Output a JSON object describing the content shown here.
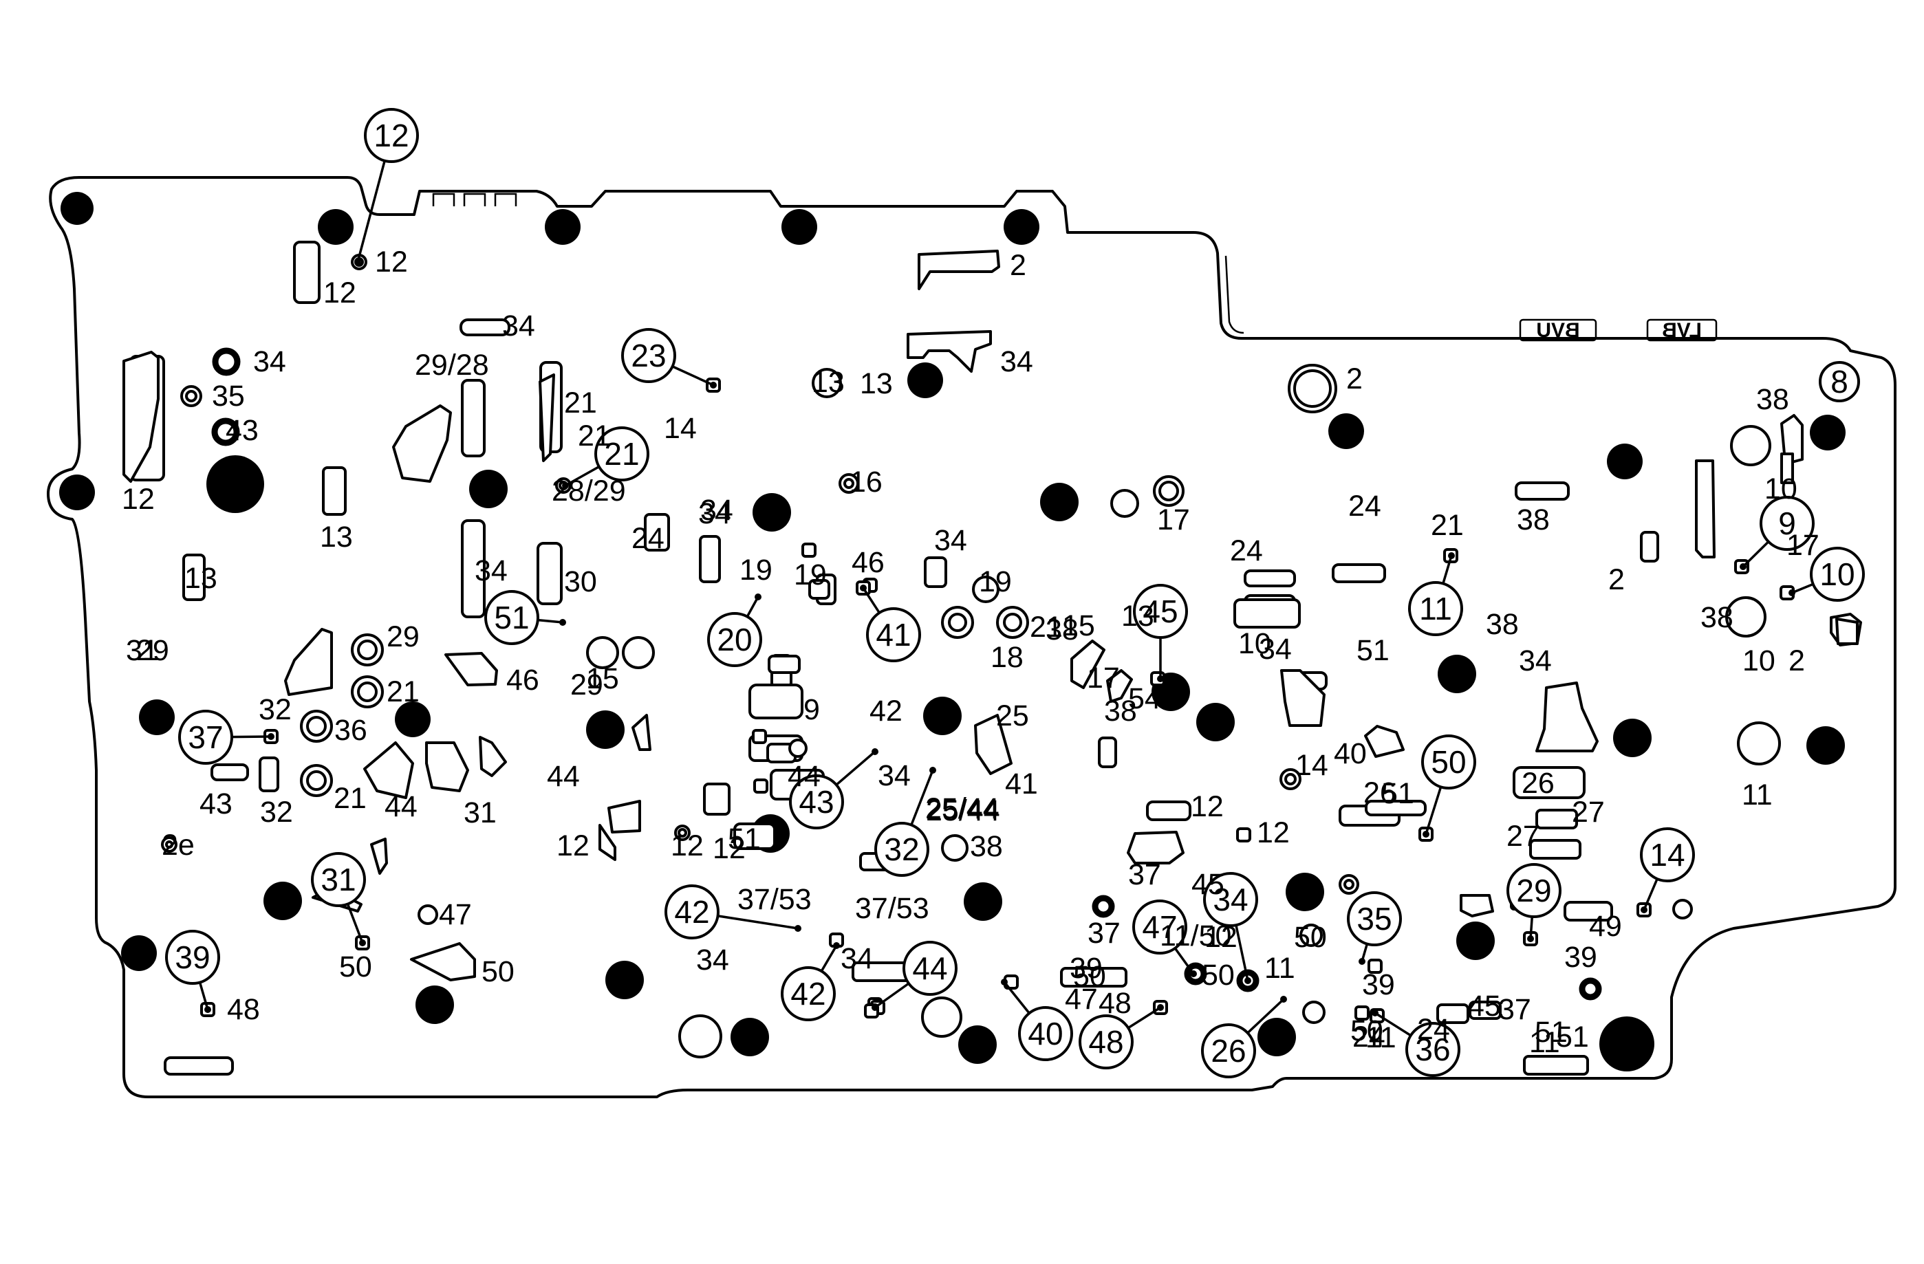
{
  "figure": {
    "callouts": [
      "12",
      "23",
      "21",
      "51",
      "20",
      "41",
      "37",
      "31",
      "39",
      "43",
      "32",
      "42",
      "42",
      "44",
      "40",
      "45",
      "47",
      "34",
      "48",
      "26",
      "35",
      "36",
      "11",
      "50",
      "29",
      "14",
      "9",
      "10",
      "8"
    ],
    "labels": [
      "12",
      "12",
      "2",
      "34",
      "29/28",
      "34",
      "13",
      "13",
      "34",
      "35",
      "43",
      "12",
      "21",
      "21",
      "28/29",
      "14",
      "16",
      "2",
      "34",
      "13",
      "13",
      "24",
      "34",
      "34",
      "30",
      "19",
      "46",
      "19",
      "19",
      "34",
      "18",
      "17",
      "13",
      "17",
      "24",
      "24",
      "34",
      "51",
      "10",
      "21",
      "38",
      "38",
      "34",
      "38",
      "10",
      "38",
      "17",
      "10",
      "2",
      "21",
      "54",
      "2",
      "29",
      "29",
      "31",
      "29",
      "15",
      "38",
      "15",
      "38",
      "46",
      "32",
      "36",
      "21",
      "9",
      "42",
      "25",
      "14",
      "40",
      "51",
      "11",
      "43",
      "32",
      "21",
      "44",
      "31",
      "44",
      "44",
      "34",
      "41",
      "25/44",
      "26",
      "26",
      "27",
      "25/44",
      "12",
      "12",
      "12",
      "12",
      "51",
      "27",
      "2e",
      "37",
      "38",
      "47",
      "48",
      "50",
      "50",
      "37/53",
      "34",
      "37/53",
      "34",
      "37",
      "12",
      "12",
      "11",
      "39",
      "50",
      "45",
      "11/50",
      "50",
      "47",
      "48",
      "39",
      "50",
      "45",
      "37",
      "24",
      "24",
      "50",
      "11",
      "51",
      "51",
      "49",
      "39",
      "11"
    ],
    "mirrored_marks": [
      "BVU",
      "LVB"
    ]
  }
}
